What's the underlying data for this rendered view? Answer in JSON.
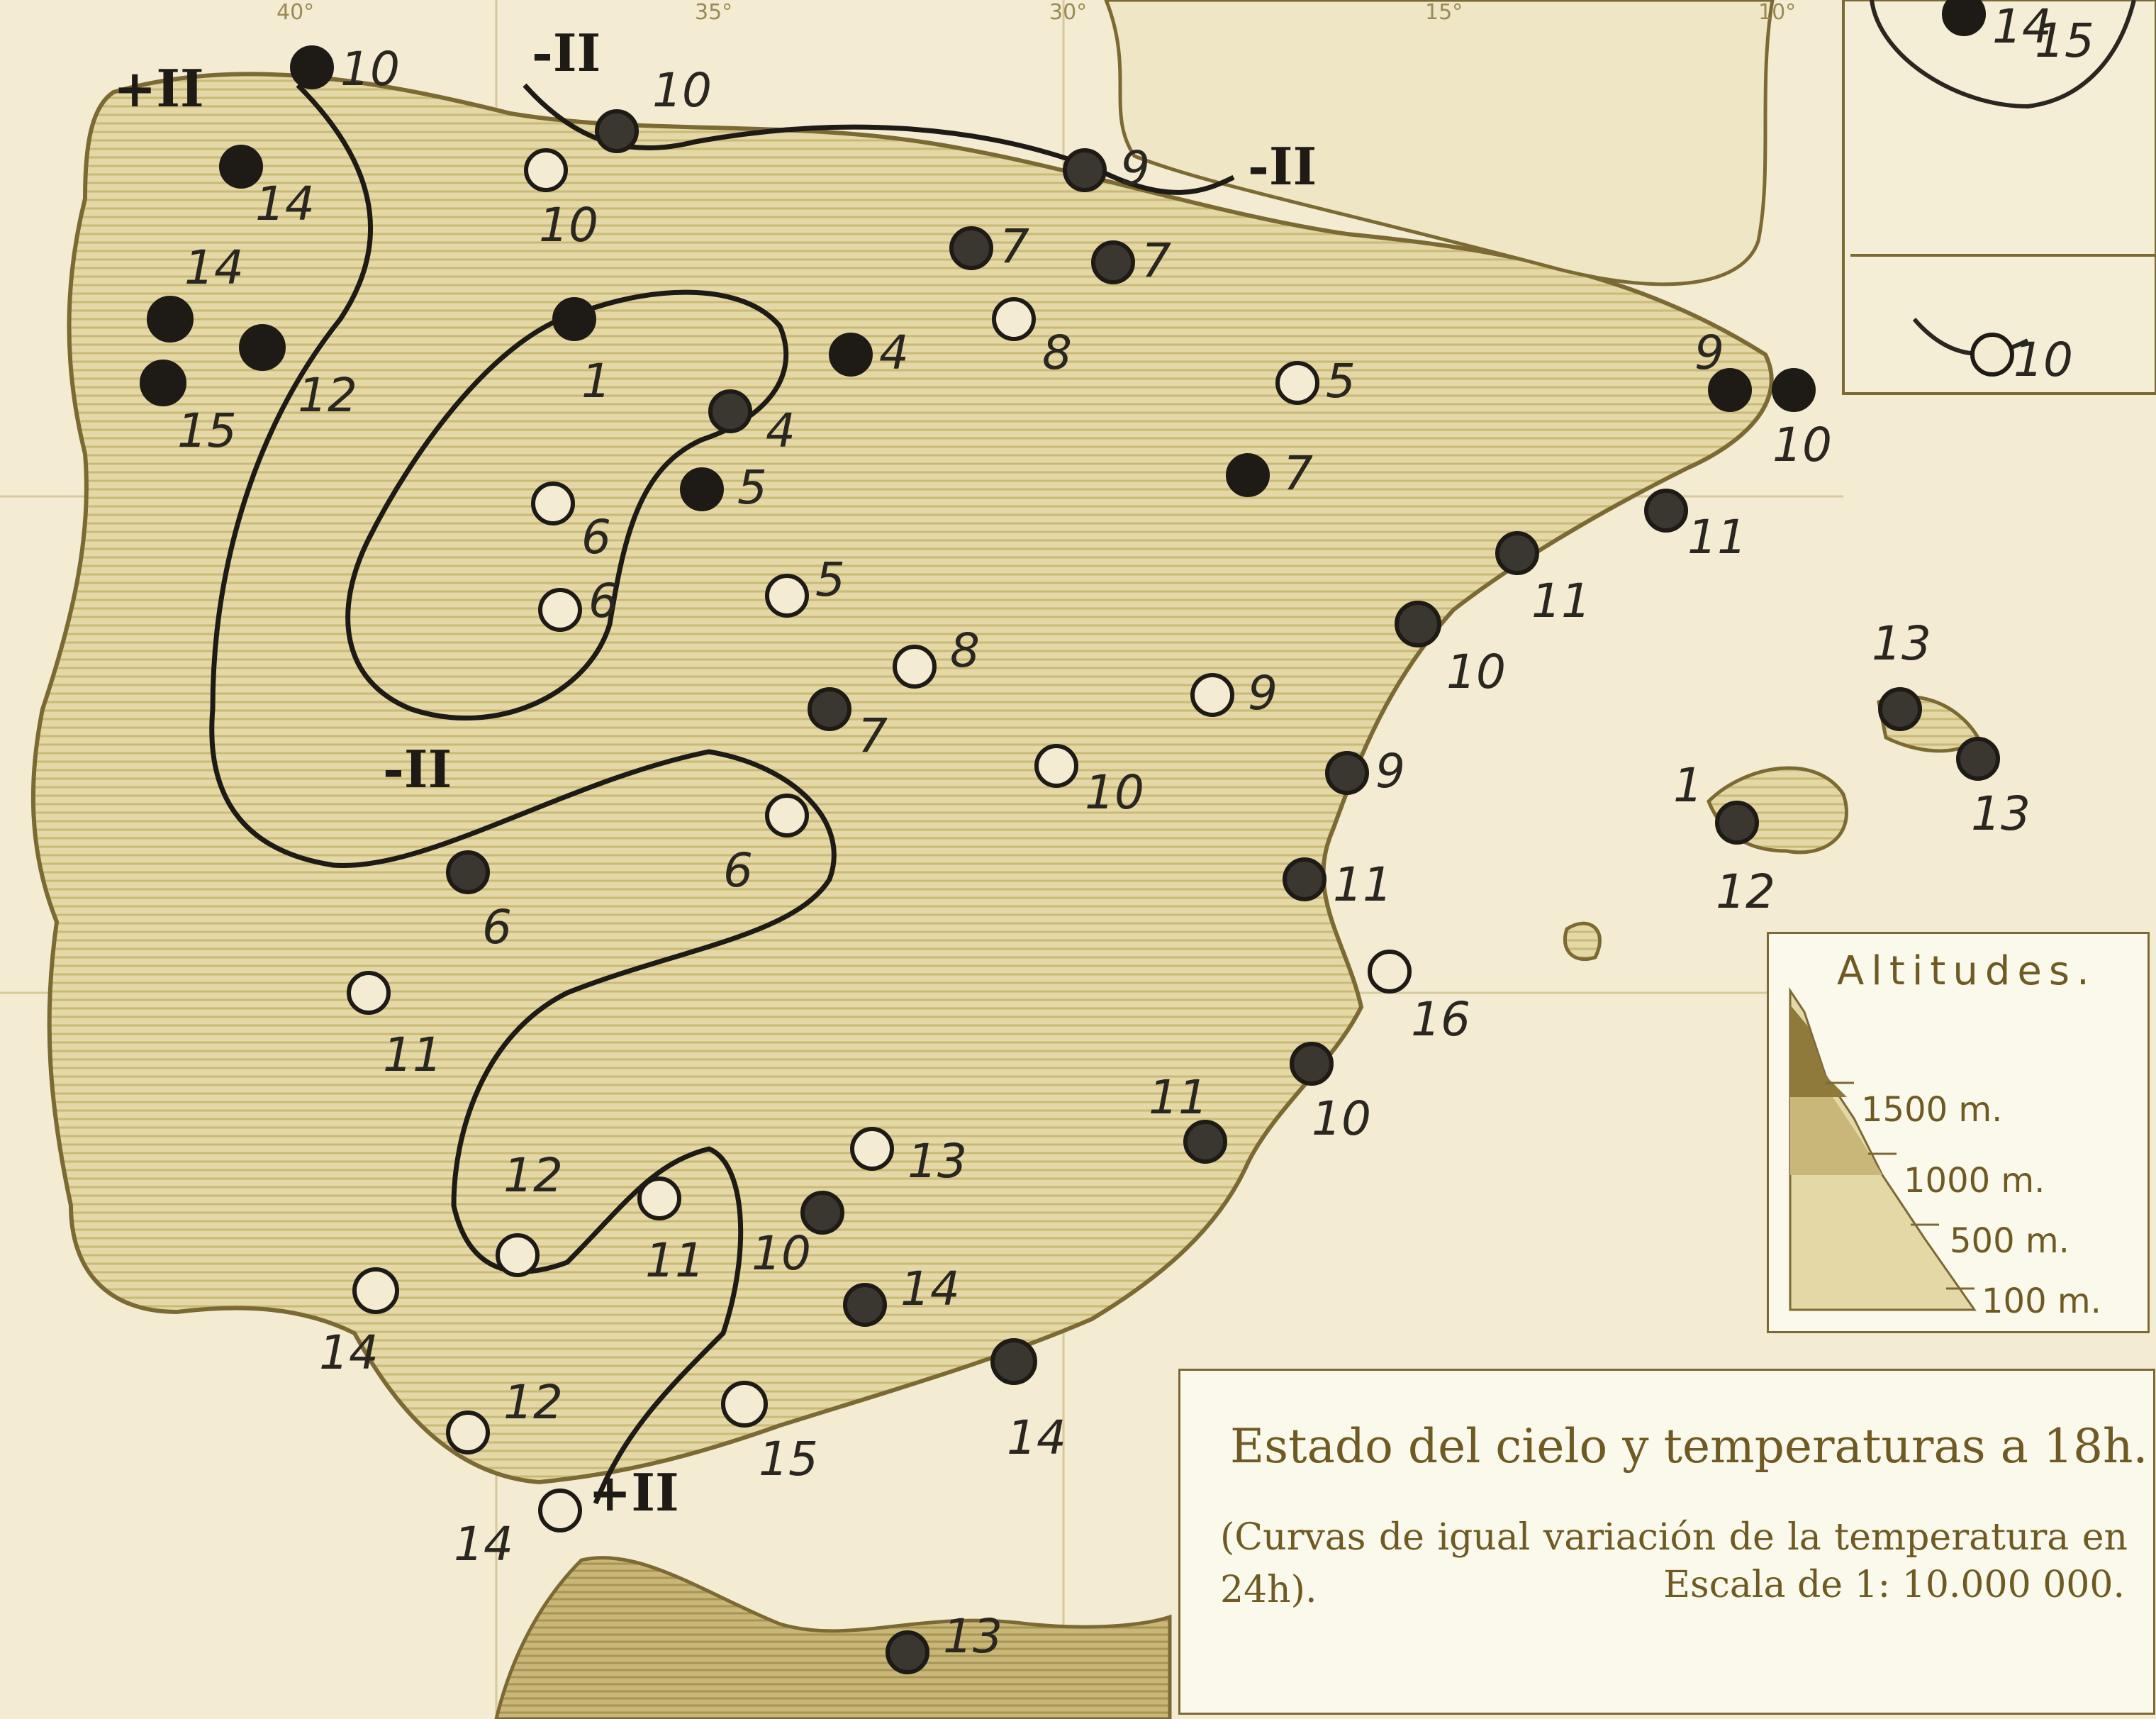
{
  "map": {
    "caption_title": "Estado del cielo y temperaturas a 18h.",
    "caption_note": "(Curvas de igual variación de la temperatura en 24h).",
    "scale": "Escala de 1: 10.000 000."
  },
  "legend": {
    "title": "Altitudes.",
    "levels": [
      "1500 m.",
      "1000 m.",
      "500 m.",
      "100 m."
    ]
  },
  "frame_labels": [
    "40°",
    "35°",
    "30°",
    "15°",
    "10°"
  ],
  "isolines": [
    {
      "label": "+II"
    },
    {
      "label": "-II"
    },
    {
      "label": "-II"
    },
    {
      "label": "-II"
    },
    {
      "label": "+II"
    }
  ],
  "stations": [
    {
      "id": "s01",
      "temp": "10"
    },
    {
      "id": "s02",
      "temp": "10"
    },
    {
      "id": "s03",
      "temp": "14"
    },
    {
      "id": "s04",
      "temp": "10"
    },
    {
      "id": "s05",
      "temp": "14"
    },
    {
      "id": "s06",
      "temp": "12"
    },
    {
      "id": "s07",
      "temp": "15"
    },
    {
      "id": "s08",
      "temp": "9"
    },
    {
      "id": "s09",
      "temp": "7"
    },
    {
      "id": "s10",
      "temp": "7"
    },
    {
      "id": "s11",
      "temp": "1"
    },
    {
      "id": "s12",
      "temp": "4"
    },
    {
      "id": "s13",
      "temp": "8"
    },
    {
      "id": "s14",
      "temp": "4"
    },
    {
      "id": "s15",
      "temp": "5"
    },
    {
      "id": "s16",
      "temp": "5"
    },
    {
      "id": "s17",
      "temp": "6"
    },
    {
      "id": "s18",
      "temp": "7"
    },
    {
      "id": "s19",
      "temp": "9"
    },
    {
      "id": "s20",
      "temp": "10"
    },
    {
      "id": "s21",
      "temp": "6"
    },
    {
      "id": "s22",
      "temp": "5"
    },
    {
      "id": "s23",
      "temp": "8"
    },
    {
      "id": "s24",
      "temp": "7"
    },
    {
      "id": "s25",
      "temp": "9"
    },
    {
      "id": "s26",
      "temp": "11"
    },
    {
      "id": "s27",
      "temp": "11"
    },
    {
      "id": "s28",
      "temp": "10"
    },
    {
      "id": "s29",
      "temp": "9"
    },
    {
      "id": "s30",
      "temp": "10"
    },
    {
      "id": "s31",
      "temp": "6"
    },
    {
      "id": "s32",
      "temp": "6"
    },
    {
      "id": "s33",
      "temp": "11"
    },
    {
      "id": "s34",
      "temp": "11"
    },
    {
      "id": "s35",
      "temp": "16"
    },
    {
      "id": "s36",
      "temp": "10"
    },
    {
      "id": "s37",
      "temp": "11"
    },
    {
      "id": "s38",
      "temp": "12"
    },
    {
      "id": "s39",
      "temp": "13"
    },
    {
      "id": "s40",
      "temp": "10"
    },
    {
      "id": "s41",
      "temp": "11"
    },
    {
      "id": "s42",
      "temp": "14"
    },
    {
      "id": "s43",
      "temp": "14"
    },
    {
      "id": "s44",
      "temp": "14"
    },
    {
      "id": "s45",
      "temp": "12"
    },
    {
      "id": "s46",
      "temp": "15"
    },
    {
      "id": "s47",
      "temp": "14"
    },
    {
      "id": "s48",
      "temp": "13"
    },
    {
      "id": "s49",
      "temp": "13"
    },
    {
      "id": "s50",
      "temp": "13"
    },
    {
      "id": "s51",
      "temp": "12"
    },
    {
      "id": "s52",
      "temp": "10"
    },
    {
      "id": "s53",
      "temp": "1"
    },
    {
      "id": "s54",
      "temp": "14"
    },
    {
      "id": "s55",
      "temp": "15"
    }
  ]
}
